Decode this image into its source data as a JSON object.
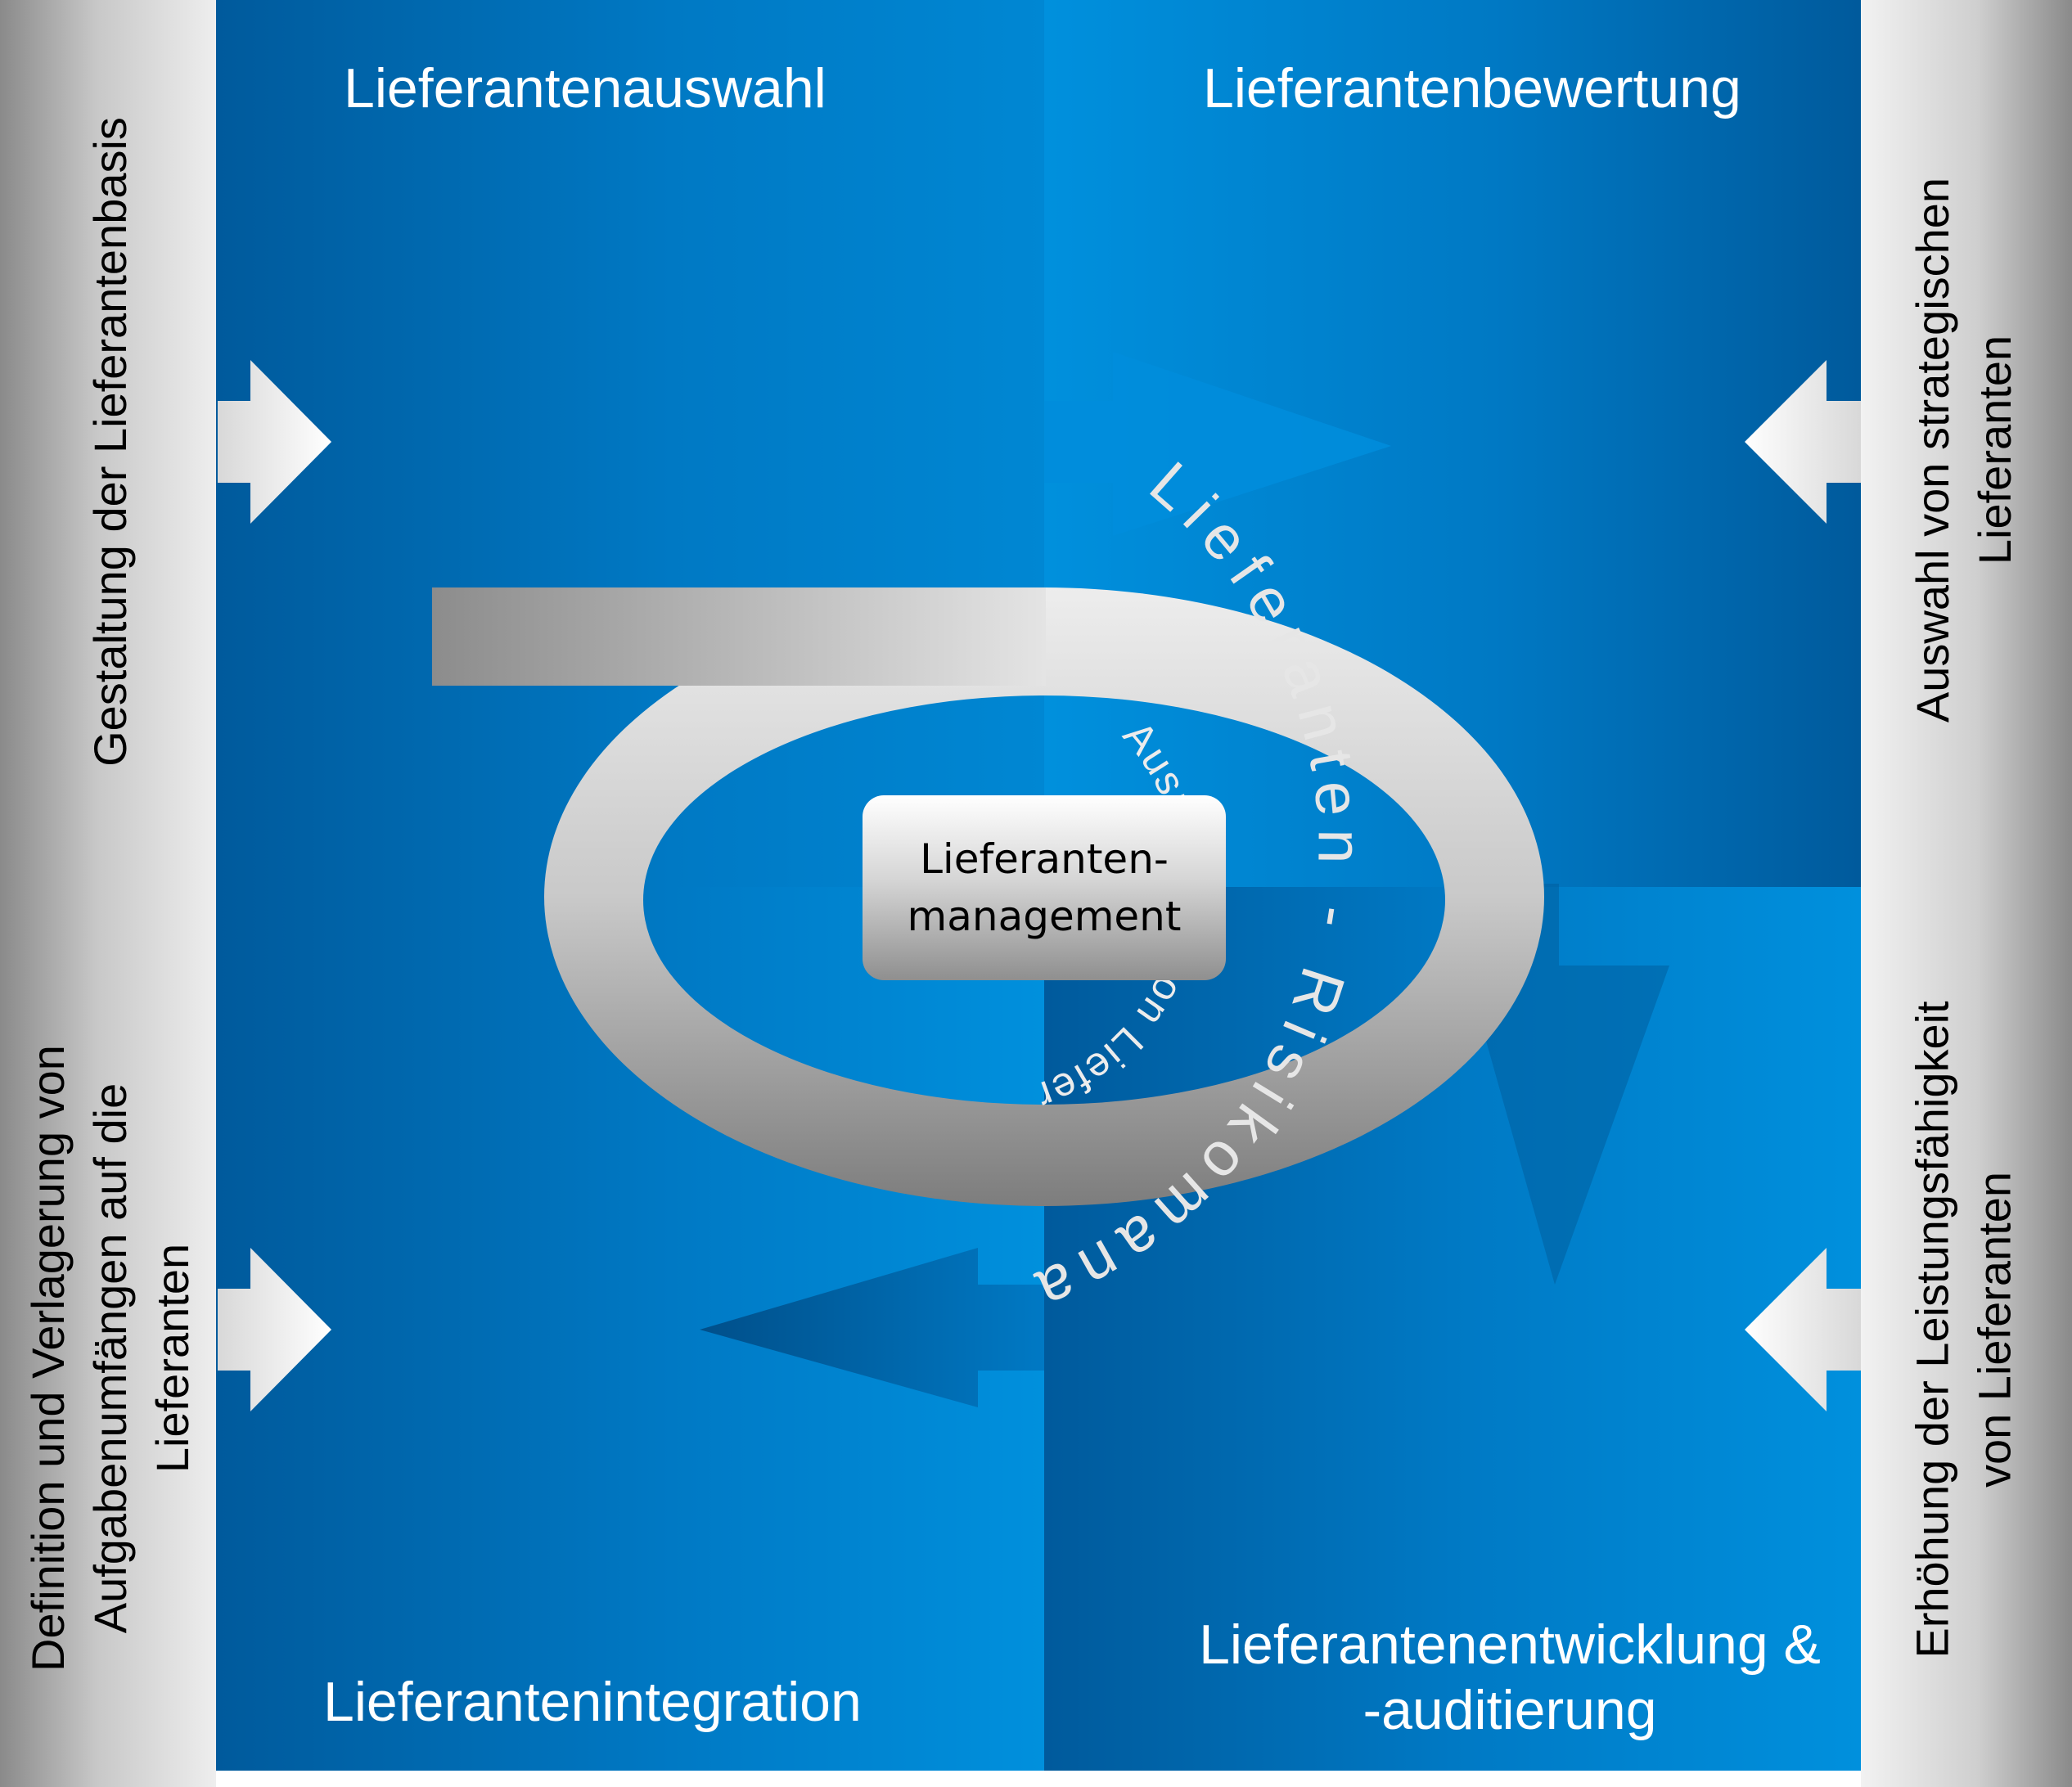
{
  "diagram": {
    "center": {
      "line1": "Lieferanten-",
      "line2": "management"
    },
    "quadrants": {
      "top_left": "Lieferantenauswahl",
      "top_right": "Lieferantenbewertung",
      "bottom_left": "Lieferantenintegration",
      "bottom_right_line1": "Lieferantenentwicklung &",
      "bottom_right_line2": "-auditierung"
    },
    "side_labels": {
      "left_top": "Gestaltung der Lieferantenbasis",
      "left_bottom_line1": "Definition und Verlagerung von",
      "left_bottom_line2": "Aufgabenumfängen auf die",
      "left_bottom_line3": "Lieferanten",
      "right_top_line1": "Auswahl von strategischen",
      "right_top_line2": "Lieferanten",
      "right_bottom_line1": "Erhöhung der Leistungsfähigkeit",
      "right_bottom_line2": "von Lieferanten"
    },
    "curved_labels": {
      "outer": "Lieferanten - Risikomanagement",
      "inner": "Ausphasen von Lieferanten"
    },
    "colors": {
      "dark_blue": "#005a9c",
      "mid_blue": "#0079c4",
      "light_blue": "#0090dd",
      "gray_light": "#e0e0e0",
      "gray_dark": "#8a8a8a"
    }
  }
}
